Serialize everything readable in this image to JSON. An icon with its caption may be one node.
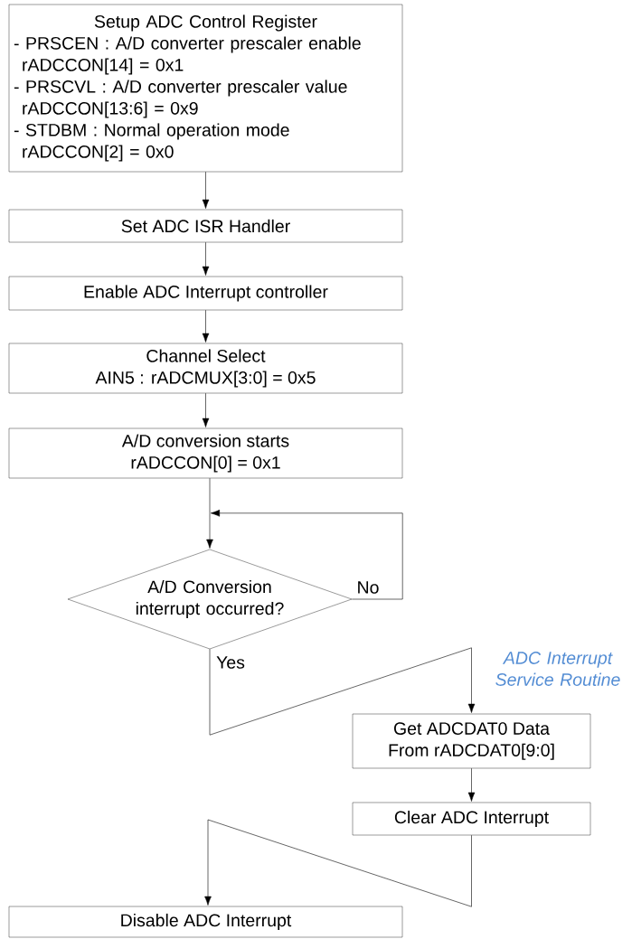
{
  "diagram": {
    "nodes": [
      {
        "text": [
          "Setup ADC Control Register",
          "- PRSCEN : A/D converter prescaler enable",
          "rADCCON[14] = 0x1",
          "- PRSCVL : A/D converter prescaler value",
          "rADCCON[13:6] = 0x9",
          "- STDBM : Normal operation mode",
          "rADCCON[2] = 0x0"
        ]
      },
      {
        "text": [
          "Set ADC ISR Handler"
        ]
      },
      {
        "text": [
          "Enable ADC Interrupt controller"
        ]
      },
      {
        "text": [
          "Channel Select",
          "AIN5 : rADCMUX[3:0] = 0x5"
        ]
      },
      {
        "text": [
          "A/D conversion starts",
          "rADCCON[0] = 0x1"
        ]
      },
      {
        "text": [
          "A/D Conversion interrupt occurred?"
        ]
      },
      {
        "text": [
          "Get ADCDAT0 Data",
          "From rADCDAT0[9:0]"
        ]
      },
      {
        "text": [
          "Clear ADC Interrupt"
        ]
      },
      {
        "text": [
          "Disable ADC Interrupt"
        ]
      }
    ],
    "edges": [
      {
        "from": 0,
        "to": 1,
        "arrow": "to"
      },
      {
        "from": 1,
        "to": 2,
        "arrow": "to"
      },
      {
        "from": 2,
        "to": 3,
        "arrow": "to"
      },
      {
        "from": 3,
        "to": 4,
        "arrow": "to"
      },
      {
        "from": 4,
        "to": 5,
        "arrow": "to"
      },
      {
        "from": 5,
        "to": 5,
        "arrow": "to",
        "label": "No"
      },
      {
        "from": 5,
        "to": 6,
        "arrow": "to",
        "label": "Yes"
      },
      {
        "from": 6,
        "to": 7,
        "arrow": "to"
      },
      {
        "from": 7,
        "to": 8,
        "arrow": "to"
      }
    ],
    "labels": [
      "ADC Interrupt Service Routine"
    ]
  }
}
